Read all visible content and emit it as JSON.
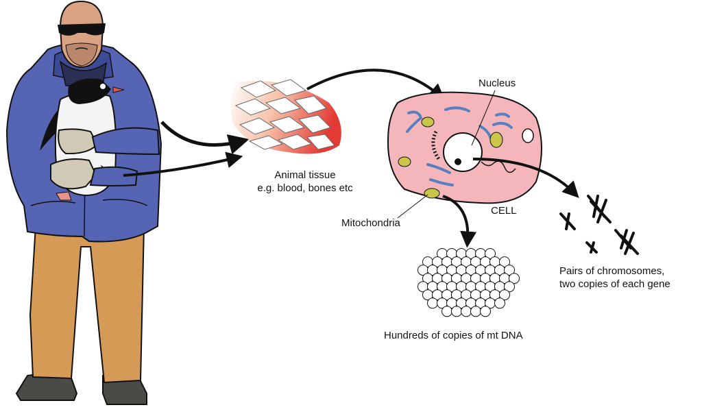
{
  "labels": {
    "tissue_line1": "Animal tissue",
    "tissue_line2": "e.g. blood, bones etc",
    "nucleus": "Nucleus",
    "cell": "CELL",
    "mitochondria": "Mitochondria",
    "mtdna": "Hundreds of copies of mt DNA",
    "chromo_line1": "Pairs of chromosomes,",
    "chromo_line2": "two copies of each gene"
  },
  "colors": {
    "jacket": "#5664b4",
    "pants": "#d49a56",
    "skin": "#d9a383",
    "cell_fill": "#f4b6ba",
    "tissue_red": "#e43a34",
    "gloves": "#cfc9b6",
    "mito": "#c9c64a",
    "er_blue": "#5a7fc0"
  }
}
